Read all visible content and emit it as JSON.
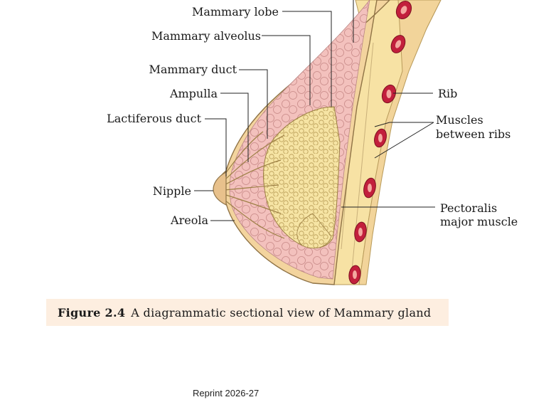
{
  "labels": {
    "mammary_lobe": "Mammary lobe",
    "mammary_alveolus": "Mammary alveolus",
    "mammary_duct": "Mammary duct",
    "ampulla": "Ampulla",
    "lactiferous_duct": "Lactiferous duct",
    "nipple": "Nipple",
    "areola": "Areola",
    "rib": "Rib",
    "muscles_line1": "Muscles",
    "muscles_line2": "between ribs",
    "pectoralis_line1": "Pectoralis",
    "pectoralis_line2": "major muscle"
  },
  "caption": {
    "number": "Figure 2.4",
    "text": "A diagrammatic sectional view of Mammary gland"
  },
  "footer": "Reprint 2026-27",
  "colors": {
    "skin": "#f2d7a6",
    "fat_pink": "#f0b4b2",
    "lobule": "#f6e2a0",
    "muscle": "#f7e3a7",
    "rib": "#c0203c"
  }
}
